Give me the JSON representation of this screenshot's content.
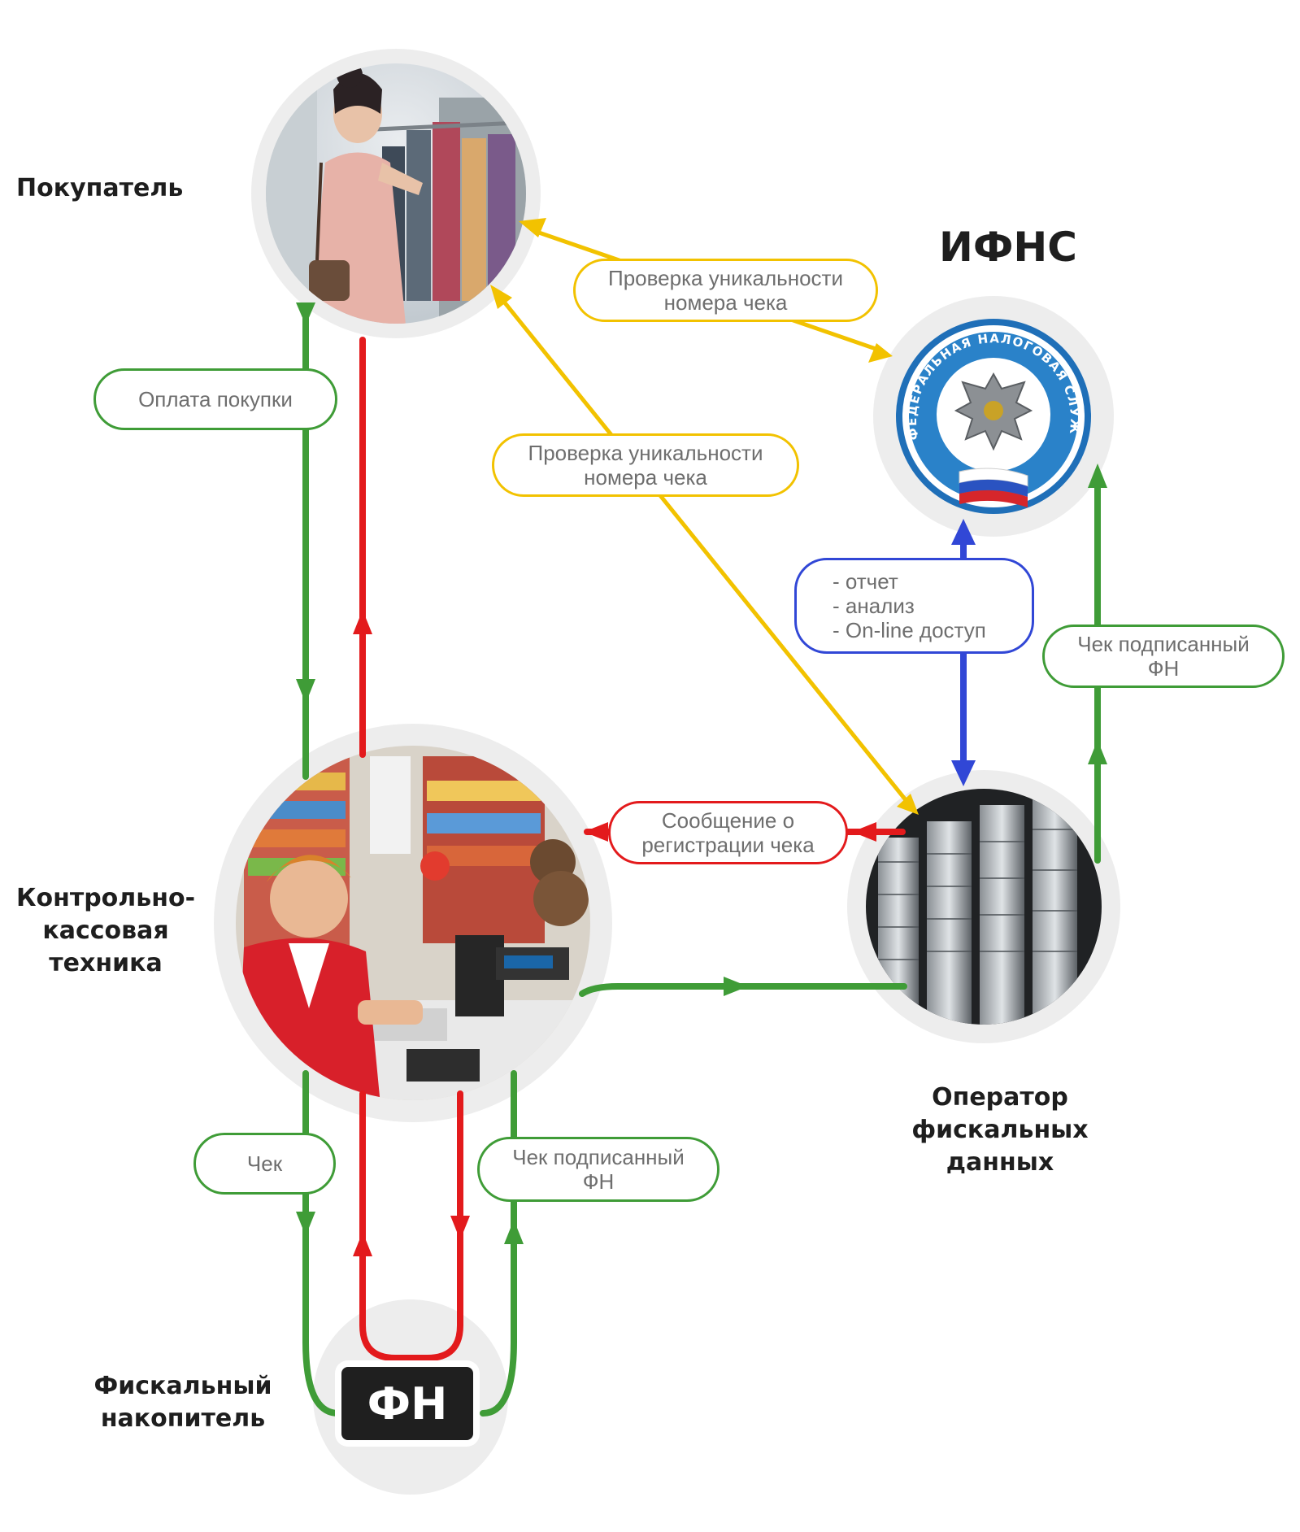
{
  "nodes": {
    "buyer": "Покупатель",
    "ifns_title": "ИФНС",
    "kkt": [
      "Контрольно-",
      "кассовая",
      "техника"
    ],
    "operator": [
      "Оператор",
      "фискальных",
      "данных"
    ],
    "fiscal_storage": [
      "Фискальный",
      "накопитель"
    ],
    "fn_box": "ФН"
  },
  "emblem": {
    "ring_text": "ФЕДЕРАЛЬНАЯ НАЛОГОВАЯ СЛУЖБА"
  },
  "pills": {
    "payment": [
      "Оплата покупки"
    ],
    "check_unique_top": [
      "Проверка уникальности",
      "номера чека"
    ],
    "check_unique_mid": [
      "Проверка уникальности",
      "номера чека"
    ],
    "report": [
      "- отчет",
      "- анализ",
      "- On-line доступ"
    ],
    "signed_check_right": [
      "Чек подписанный",
      "ФН"
    ],
    "registration_msg": [
      "Сообщение о",
      "регистрации чека"
    ],
    "check": [
      "Чек"
    ],
    "signed_check_bottom": [
      "Чек подписанный",
      "ФН"
    ]
  },
  "colors": {
    "green": "#3f9c37",
    "red": "#e31a1c",
    "yellow": "#f2c200",
    "blue": "#3147d6",
    "circle_ring": "#ededed",
    "label": "#1e1e1e",
    "pill_text": "#6e6e6e"
  }
}
